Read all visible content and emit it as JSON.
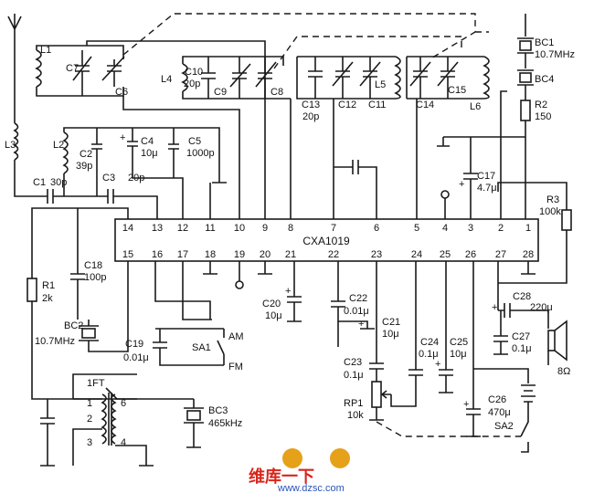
{
  "ic": {
    "name": "CXA1019",
    "top_pins": [
      "14",
      "13",
      "12",
      "11",
      "10",
      "9",
      "8",
      "7",
      "6",
      "5",
      "4",
      "3",
      "2",
      "1"
    ],
    "bottom_pins": [
      "15",
      "16",
      "17",
      "18",
      "19",
      "20",
      "21",
      "22",
      "23",
      "24",
      "25",
      "26",
      "27",
      "28"
    ]
  },
  "labels": {
    "L1": "L1",
    "C7": "C7",
    "C6": "C6",
    "L4": "L4",
    "C10": "C10",
    "C10v": "20p",
    "C9": "C9",
    "C8": "C8",
    "C13": "C13",
    "C13v": "20p",
    "C12": "C12",
    "C11": "C11",
    "L5": "L5",
    "C14": "C14",
    "C15": "C15",
    "L6": "L6",
    "BC1": "BC1",
    "BC1v": "10.7MHz",
    "BC4": "BC4",
    "R2": "R2",
    "R2v": "150",
    "L3": "L3",
    "L2": "L2",
    "C2": "C2",
    "C2v": "39p",
    "C4": "C4",
    "C4v": "10μ",
    "C5": "C5",
    "C5v": "1000p",
    "C1": "C1",
    "C1v": "30p",
    "C3": "C3",
    "C3v": "20p",
    "C17": "C17",
    "C17v": "4.7μ",
    "R3": "R3",
    "R3v": "100k",
    "R1": "R1",
    "R1v": "2k",
    "C18": "C18",
    "C18v": "100p",
    "BC2": "BC2",
    "BC2v": "10.7MHz",
    "C19": "C19",
    "C19v": "0.01μ",
    "SA1": "SA1",
    "AM": "AM",
    "FM": "FM",
    "C20": "C20",
    "C20v": "10μ",
    "C22": "C22",
    "C22v": "0.01μ",
    "C21": "C21",
    "C21v": "10μ",
    "C23": "C23",
    "C23v": "0.1μ",
    "C24": "C24",
    "C24v": "0.1μ",
    "C25": "C25",
    "C25v": "10μ",
    "C28": "C28",
    "C28v": "220μ",
    "C27": "C27",
    "C27v": "0.1μ",
    "SP": "8Ω",
    "RP1": "RP1",
    "RP1v": "10k",
    "C26": "C26",
    "C26v": "470μ",
    "SA2": "SA2",
    "IFT": "1FT",
    "ift1": "1",
    "ift2": "2",
    "ift3": "3",
    "ift6": "6",
    "ift4": "4",
    "BC3": "BC3",
    "BC3v": "465kHz",
    "plus": "+"
  },
  "watermark": {
    "text": "www.dzsc.com",
    "logo_text": "维库一下"
  }
}
